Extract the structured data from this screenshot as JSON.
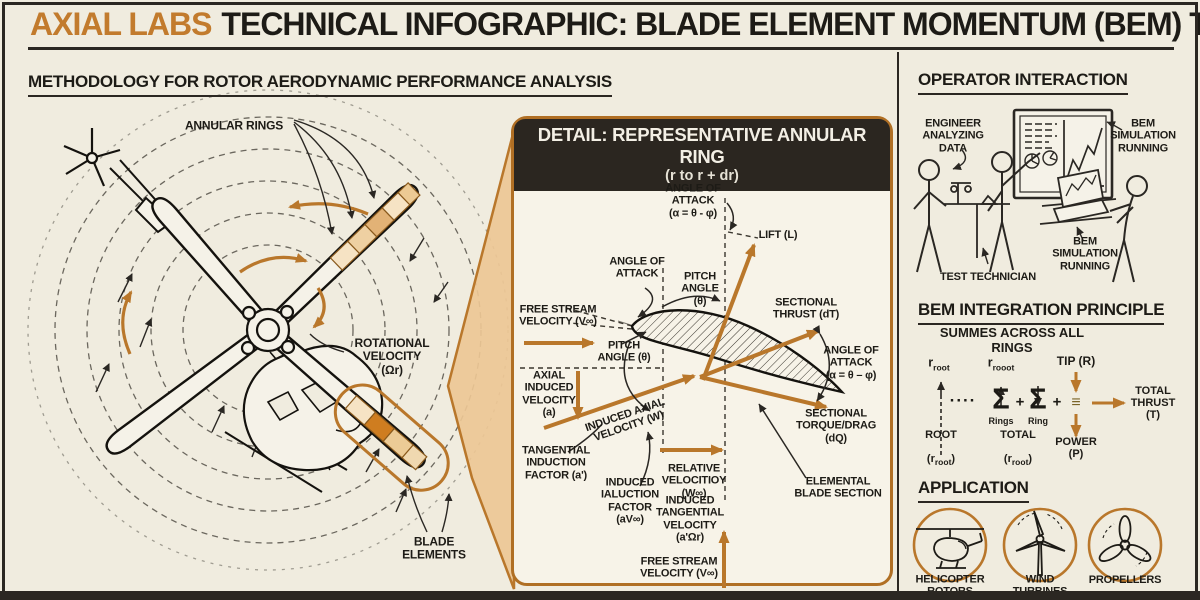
{
  "colors": {
    "background": "#f0ecdf",
    "panel_bg": "#f7f3e8",
    "ink": "#1d1b16",
    "accent_orange": "#b9772b",
    "accent_orange_dark": "#b06f24",
    "brand_orange": "#c27b2d",
    "header_bar": "#2b2620",
    "zoom_fill": "#edc795",
    "blade_segment_dark": "#cf7d20",
    "blade_segment_light": "#f4dfbd"
  },
  "header": {
    "brand": "AXIAL LABS",
    "title": "TECHNICAL INFOGRAPHIC: BLADE ELEMENT MOMENTUM (BEM) THEORY"
  },
  "methodology": {
    "title": "METHODOLOGY FOR ROTOR AERODYNAMIC PERFORMANCE ANALYSIS",
    "annular_rings": "ANNULAR RINGS",
    "rotational_velocity": "ROTATIONAL\nVELOCITY\n(Ωr)",
    "blade_elements": "BLADE\nELEMENTS"
  },
  "detail": {
    "title": "DETAIL: REPRESENTATIVE ANNULAR RING",
    "subtitle": "(r to r + dr)",
    "aoa_top": "ANGLE OF\nATTACK\n(α = θ - φ)",
    "lift": "LIFT (L)",
    "aoa_left": "ANGLE OF\nATTACK",
    "pitch_top": "PITCH\nANGLE\n(θ)",
    "thrust": "SECTIONAL\nTHRUST (dT)",
    "free_stream_left": "FREE STREAM\nVELOCITY (V∞)",
    "pitch_left": "PITCH\nANGLE (θ)",
    "axial_induced": "AXIAL\nINDUCED\nVELOCITY\n(a)",
    "induced_axial": "INDUCED AXIAL\nVELOCITY (W)",
    "aoa_right": "ANGLE OF\nATTACK\n(α = θ – φ)",
    "torque": "SECTIONAL\nTORQUE/DRAG\n(dQ)",
    "tangential_induction": "TANGENTIAL\nINDUCTION\nFACTOR (a')",
    "relative_velocity": "RELATIVE\nVELOCITIOY\n(W∞)",
    "induced_ialuction": "INDUCED\nIALUCTION\nFACTOR\n(aV∞)",
    "elemental_blade": "ELEMENTAL\nBLADE SECTION",
    "induced_tangential": "INDUCED\nTANGENTIAL\nVELOCITY\n(a'Ωr)",
    "free_stream_bottom": "FREE STREAM\nVELOCITY (V∞)"
  },
  "operator": {
    "title": "OPERATOR INTERACTION",
    "engineer": "ENGINEER\nANALYZING\nDATA",
    "bem_running_board": "BEM\nSIMULATION\nRUNNING",
    "technician": "TEST TECHNICIAN",
    "bem_running_laptop": "BEM\nSIMULATION\nRUNNING"
  },
  "integration": {
    "title": "BEM INTEGRATION PRINCIPLE",
    "subtitle": "SUMMES ACROSS ALL RINGS",
    "r1": {
      "base": "r",
      "sub": "root"
    },
    "r2": {
      "base": "r",
      "sub": "rooot"
    },
    "tip": "TIP (R)",
    "dots": "····",
    "sigma": "Σ",
    "sum1_sub": "Rings",
    "sum2_sub": "Ring",
    "plus": "+",
    "equiv": "≡",
    "root_label": "ROOT",
    "root_paren": {
      "pre": "(r",
      "sub": "root",
      "post": ")"
    },
    "total_label": "TOTAL",
    "total_paren": {
      "pre": "(r",
      "sub": "root",
      "post": ")"
    },
    "power": "POWER\n(P)",
    "total_thrust": "TOTAL\nTHRUST\n(T)"
  },
  "application": {
    "title": "APPLICATION",
    "items": [
      {
        "label": "HELICOPTER\nROTORS",
        "icon": "helicopter-icon"
      },
      {
        "label": "WIND\nTURBINES",
        "icon": "wind-turbine-icon"
      },
      {
        "label": "PROPELLERS",
        "icon": "propeller-icon"
      }
    ]
  }
}
